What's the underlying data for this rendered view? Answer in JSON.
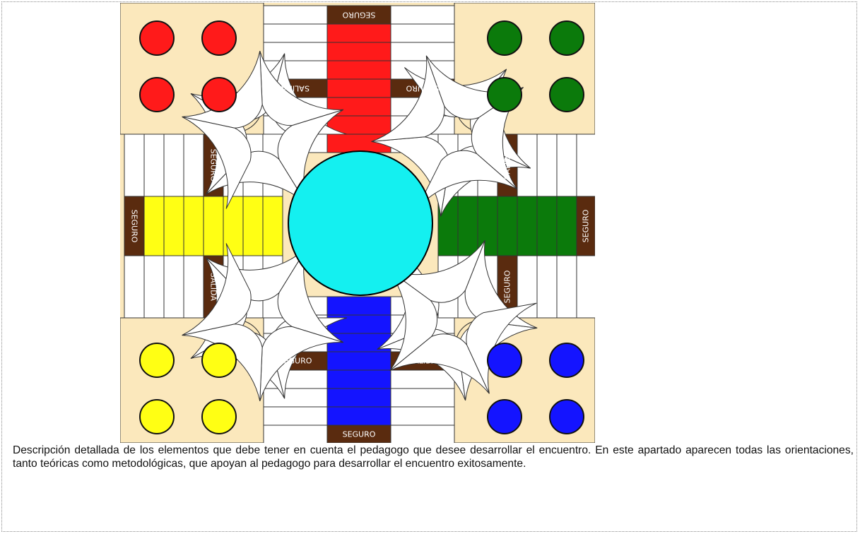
{
  "board": {
    "labels": {
      "seguro": "SEGURO",
      "salida": "SALIDA"
    },
    "colors": {
      "background": "#fbe8bc",
      "red": "#ff1a1a",
      "green": "#0b7a0b",
      "yellow": "#ffff14",
      "blue": "#1414ff",
      "center": "#14f0f0",
      "safe": "#5a2b0f",
      "cell": "#ffffff"
    },
    "pieces": [
      {
        "color": "red",
        "corner": "top-left",
        "count": 4
      },
      {
        "color": "green",
        "corner": "top-right",
        "count": 4
      },
      {
        "color": "yellow",
        "corner": "bottom-left",
        "count": 4
      },
      {
        "color": "blue",
        "corner": "bottom-right",
        "count": 4
      }
    ]
  },
  "description": "Descripción detallada de los elementos que debe tener en cuenta el pedagogo que desee desarrollar el encuentro. En este apartado aparecen todas las orientaciones, tanto teóricas como metodológicas, que apoyan al pedagogo para desarrollar el encuentro exitosamente."
}
